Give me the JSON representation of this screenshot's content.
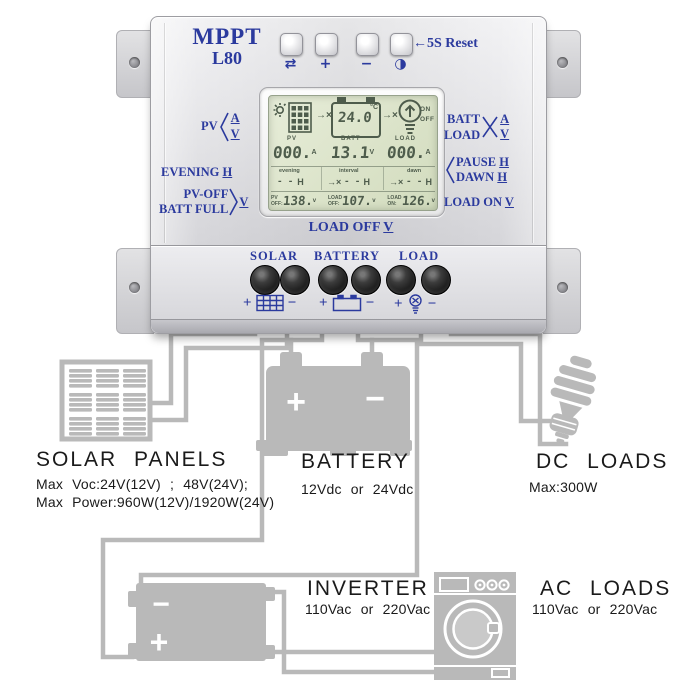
{
  "colors": {
    "accent_blue": "#2b3a9e",
    "wire_gray": "#b9b9b9",
    "lcd_segment": "#4e5c4c",
    "text_dark": "#1a1a1a"
  },
  "controller": {
    "model_line1": "MPPT",
    "model_line2": "L80",
    "reset_hint": "←5S Reset",
    "buttons": [
      {
        "symbol": "⇄"
      },
      {
        "symbol": "+"
      },
      {
        "symbol": "−"
      },
      {
        "symbol": "◑"
      }
    ],
    "annotations": {
      "pv": "PV",
      "unit_a": "A",
      "unit_v": "V",
      "unit_h": "H",
      "evening": "EVENING",
      "pv_off": "PV-OFF",
      "batt_full": "BATT FULL",
      "batt": "BATT",
      "load": "LOAD",
      "pause": "PAUSE",
      "dawn": "DAWN",
      "load_on": "LOAD ON",
      "load_off": "LOAD OFF"
    },
    "lcd": {
      "temperature": "24.0",
      "temperature_unit": "°C",
      "on": "ON",
      "off": "OFF",
      "arrow": "→×",
      "pv_label": "PV",
      "batt_label": "BATT",
      "load_label": "LOAD",
      "pv_value": "000.",
      "pv_unit": "A",
      "batt_value": "13.1",
      "batt_unit": "V",
      "load_value": "000.",
      "load_unit": "A",
      "evening_label": "evening",
      "interval_label": "interval",
      "dawn_label": "dawn",
      "timer_blank": "- -",
      "timer_unit": "H",
      "pv_off_l1": "PV",
      "pv_off_l2": "OFF:",
      "pv_off_value": "138.",
      "load_off_l1": "LOAD",
      "load_off_l2": "OFF:",
      "load_off_value": "107.",
      "load_on_l1": "LOAD",
      "load_on_l2": "ON:",
      "load_on_value": "126.",
      "volt_unit": "v"
    },
    "terminals": {
      "solar": "SOLAR",
      "battery": "BATTERY",
      "load": "LOAD",
      "plus": "+",
      "minus": "−"
    }
  },
  "components": {
    "solar_panels": {
      "title": "SOLAR PANELS",
      "spec1": "Max Voc:24V(12V) ; 48V(24V);",
      "spec2": "Max Power:960W(12V)/1920W(24V)"
    },
    "battery": {
      "title": "BATTERY",
      "spec1": "12Vdc or 24Vdc",
      "plus": "+",
      "minus": "−"
    },
    "dc_loads": {
      "title": "DC LOADS",
      "spec1": "Max:300W"
    },
    "inverter": {
      "title": "INVERTER",
      "spec1": "110Vac or 220Vac",
      "plus": "+",
      "minus": "−"
    },
    "ac_loads": {
      "title": "AC LOADS",
      "spec1": "110Vac or 220Vac"
    }
  }
}
